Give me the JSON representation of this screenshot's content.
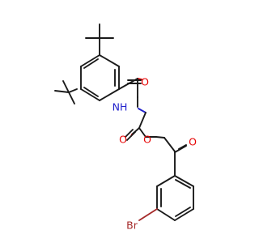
{
  "molecule": {
    "atom_labels": {
      "carbonyl_o_amide": "O",
      "amide_nh": "NH",
      "carbonyl_o_ester": "O",
      "ester_o": "O",
      "carbonyl_o_ketone": "O",
      "bromine": "Br"
    },
    "colors": {
      "bond": "#1a1a1a",
      "oxygen": "#e60000",
      "nitrogen": "#2222cc",
      "bromine": "#a52a2a"
    }
  }
}
